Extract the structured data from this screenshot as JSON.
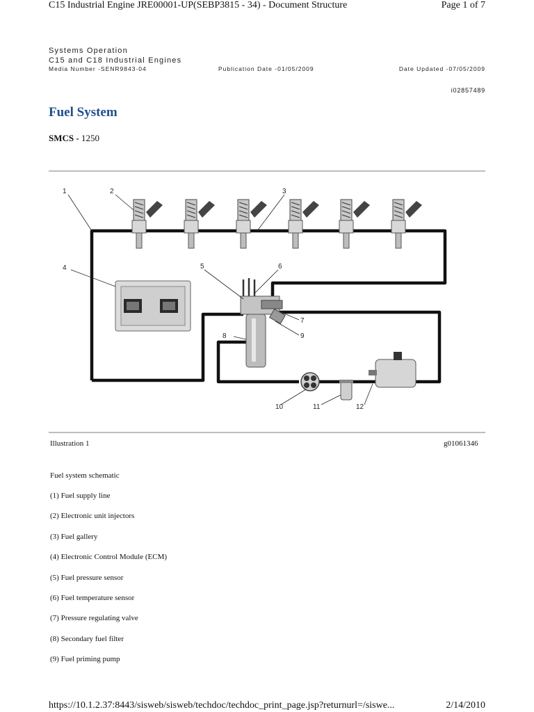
{
  "header": {
    "title": "C15 Industrial Engine JRE00001-UP(SEBP3815 - 34) - Document Structure",
    "page": "Page 1 of 7"
  },
  "meta": {
    "section": "Systems Operation",
    "subtitle": "C15 and C18 Industrial Engines",
    "media_number": "Media Number -SENR9843-04",
    "publication_date": "Publication Date -01/05/2009",
    "date_updated": "Date Updated -07/05/2009",
    "doc_id": "i02857489"
  },
  "title": "Fuel System",
  "smcs": {
    "label": "SMCS -",
    "value": "1250"
  },
  "diagram": {
    "callouts": [
      "1",
      "2",
      "3",
      "4",
      "5",
      "6",
      "7",
      "8",
      "9",
      "10",
      "11",
      "12"
    ]
  },
  "illustration": {
    "label": "Illustration 1",
    "id": "g01061346"
  },
  "caption": "Fuel system schematic",
  "legend": [
    "(1) Fuel supply line",
    "(2) Electronic unit injectors",
    "(3) Fuel gallery",
    "(4) Electronic Control Module (ECM)",
    "(5) Fuel pressure sensor",
    "(6) Fuel temperature sensor",
    "(7) Pressure regulating valve",
    "(8) Secondary fuel filter",
    "(9) Fuel priming pump"
  ],
  "footer": {
    "url": "https://10.1.2.37:8443/sisweb/sisweb/techdoc/techdoc_print_page.jsp?returnurl=/siswe...",
    "date": "2/14/2010"
  }
}
